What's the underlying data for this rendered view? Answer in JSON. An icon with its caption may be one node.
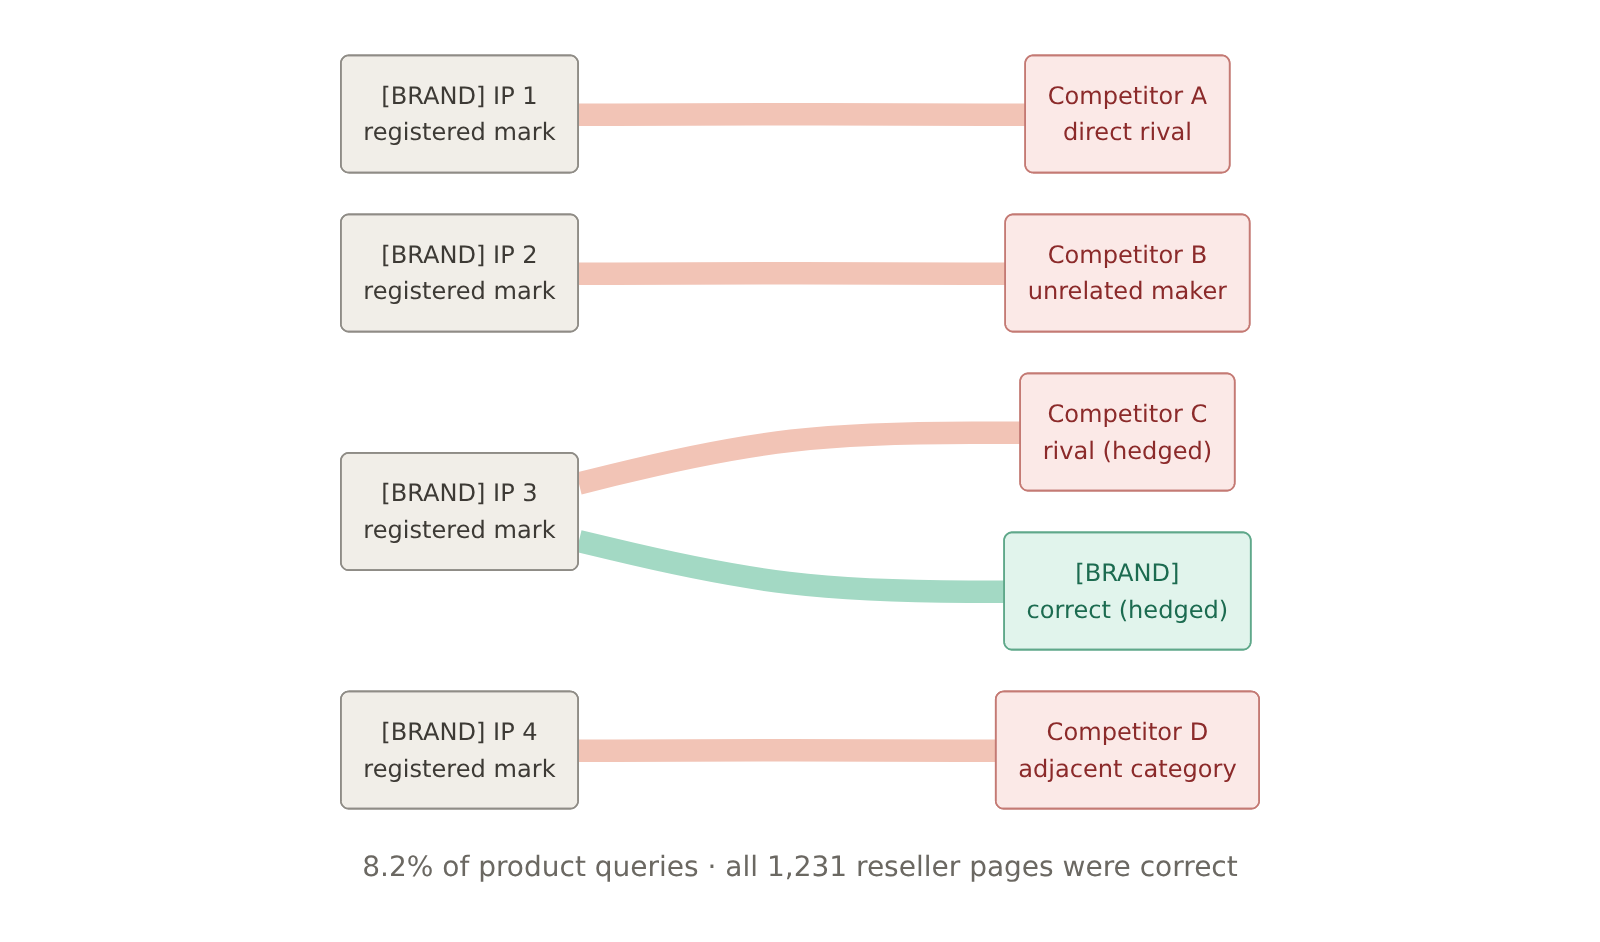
{
  "diagram": {
    "nodes": [
      {
        "text": [
          "[BRAND] IP 1",
          "registered mark"
        ]
      },
      {
        "text": [
          "[BRAND] IP 2",
          "registered mark"
        ]
      },
      {
        "text": [
          "[BRAND] IP 3",
          "registered mark"
        ]
      },
      {
        "text": [
          "[BRAND] IP 4",
          "registered mark"
        ]
      },
      {
        "text": [
          "Competitor A",
          "direct rival"
        ]
      },
      {
        "text": [
          "Competitor B",
          "unrelated maker"
        ]
      },
      {
        "text": [
          "Competitor C",
          "rival (hedged)"
        ]
      },
      {
        "text": [
          "[BRAND]",
          "correct (hedged)"
        ]
      },
      {
        "text": [
          "Competitor D",
          "adjacent category"
        ]
      }
    ],
    "edges": [
      {
        "from": 0,
        "to": 4,
        "arrow": "none"
      },
      {
        "from": 1,
        "to": 5,
        "arrow": "none"
      },
      {
        "from": 2,
        "to": 6,
        "arrow": "none"
      },
      {
        "from": 2,
        "to": 7,
        "arrow": "none",
        "color": "#a3d9c4"
      },
      {
        "from": 3,
        "to": 8,
        "arrow": "none"
      }
    ],
    "caption": "8.2% of product queries · all 1,231 reseller pages were correct"
  }
}
